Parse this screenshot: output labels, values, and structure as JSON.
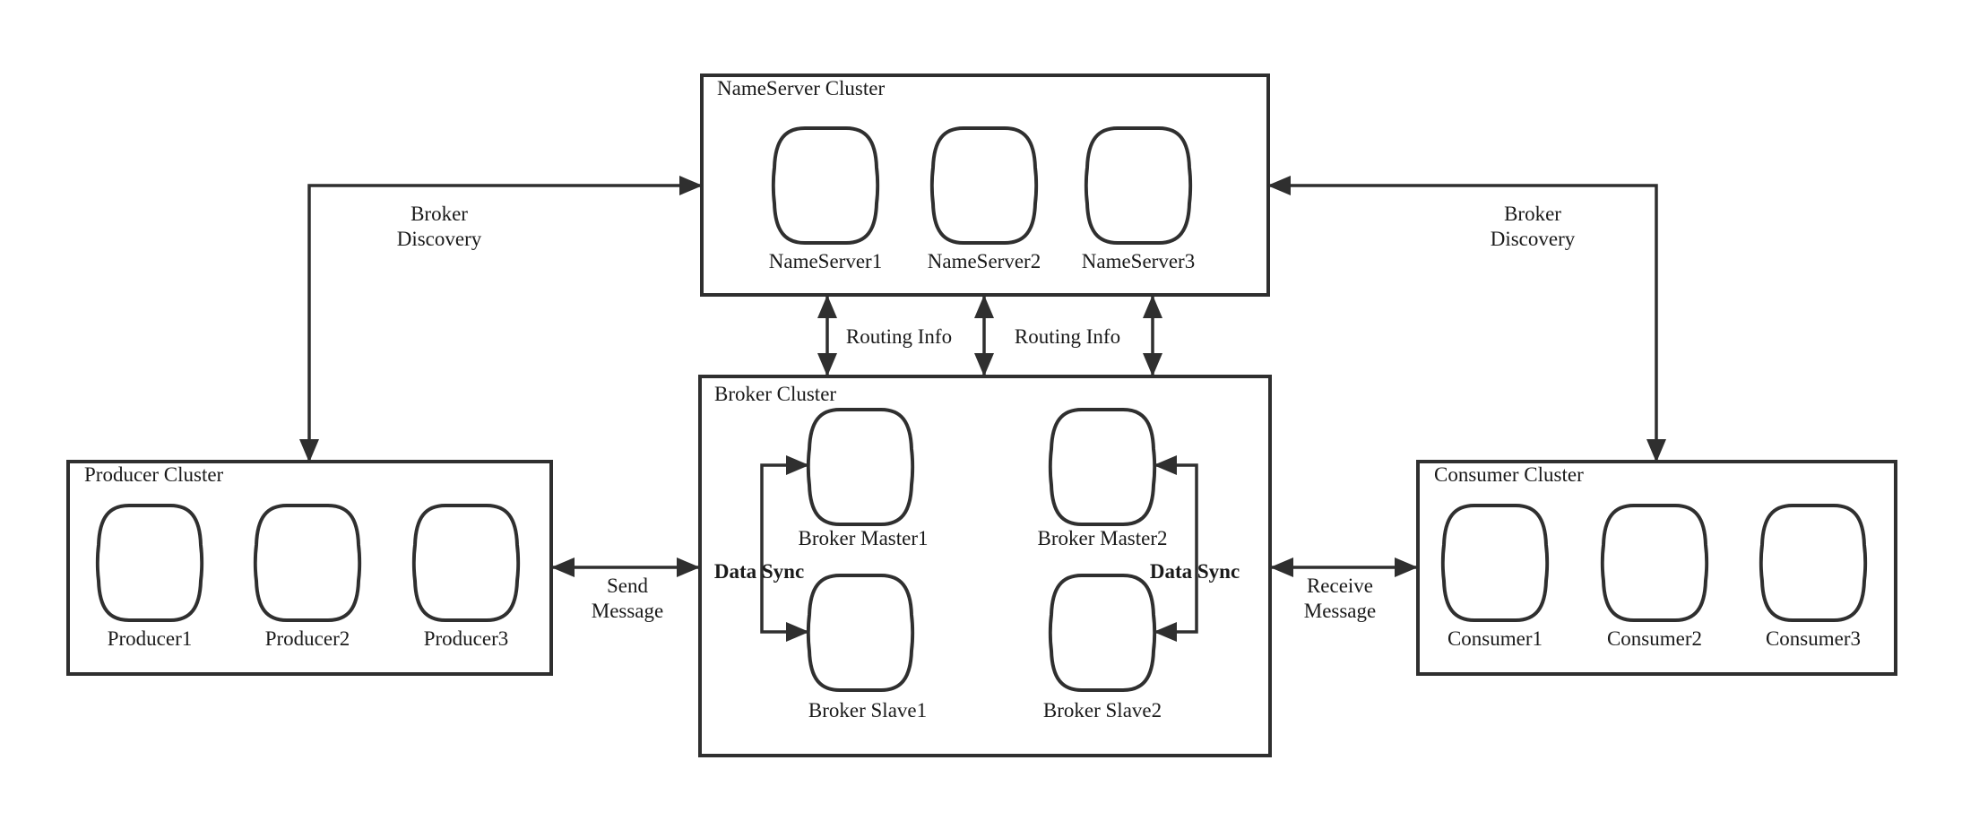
{
  "diagram": {
    "clusters": {
      "nameserver": {
        "title": "NameServer Cluster",
        "nodes": [
          "NameServer1",
          "NameServer2",
          "NameServer3"
        ]
      },
      "broker": {
        "title": "Broker Cluster",
        "masters": [
          "Broker Master1",
          "Broker Master2"
        ],
        "slaves": [
          "Broker Slave1",
          "Broker Slave2"
        ]
      },
      "producer": {
        "title": "Producer Cluster",
        "nodes": [
          "Producer1",
          "Producer2",
          "Producer3"
        ]
      },
      "consumer": {
        "title": "Consumer Cluster",
        "nodes": [
          "Consumer1",
          "Consumer2",
          "Consumer3"
        ]
      }
    },
    "edges": {
      "broker_discovery_left": {
        "line1": "Broker",
        "line2": "Discovery"
      },
      "broker_discovery_right": {
        "line1": "Broker",
        "line2": "Discovery"
      },
      "routing_info_left": "Routing Info",
      "routing_info_right": "Routing Info",
      "send_message": {
        "line1": "Send",
        "line2": "Message"
      },
      "receive_message": {
        "line1": "Receive",
        "line2": "Message"
      },
      "data_sync_left": "Data Sync",
      "data_sync_right": "Data Sync"
    },
    "colors": {
      "line": "#2f2f2f",
      "text": "#1a1a1a",
      "background": "#ffffff"
    }
  }
}
